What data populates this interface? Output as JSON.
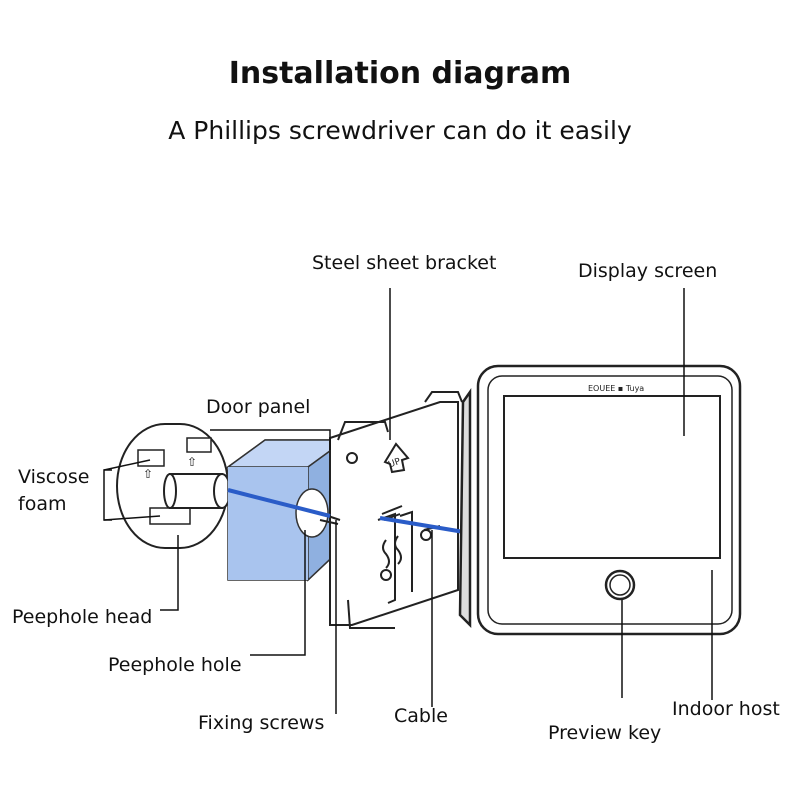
{
  "title": "Installation diagram",
  "subtitle": "A Phillips screwdriver can do it easily",
  "labels": {
    "steel_sheet_bracket": "Steel sheet bracket",
    "display_screen": "Display screen",
    "door_panel": "Door panel",
    "viscose_foam_line1": "Viscose",
    "viscose_foam_line2": "foam",
    "peephole_head": "Peephole head",
    "peephole_hole": "Peephole hole",
    "fixing_screws": "Fixing screws",
    "cable": "Cable",
    "preview_key": "Preview key",
    "indoor_host": "Indoor host",
    "brand_mark": "EOUEE ▪ Tuya",
    "up_mark": "UP"
  },
  "colors": {
    "door_panel_fill": "#a9c4ee",
    "cable": "#2a5cc8",
    "outline": "#222222"
  }
}
